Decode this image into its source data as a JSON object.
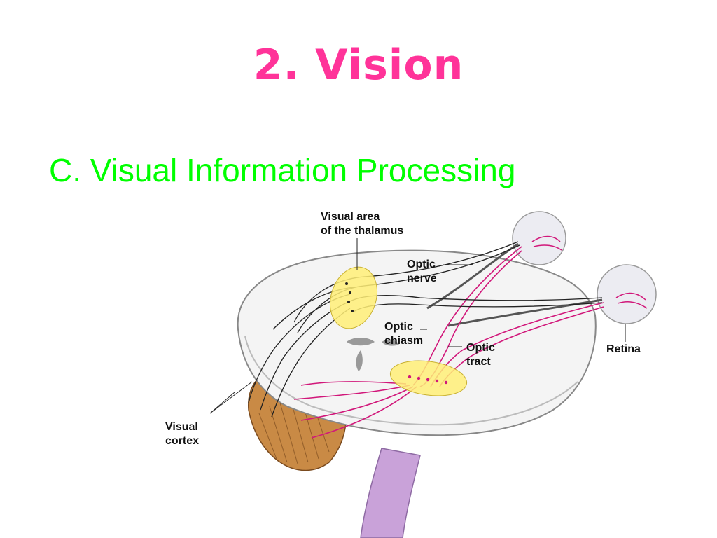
{
  "slide": {
    "title": "2. Vision",
    "subtitle": "C. Visual Information Processing"
  },
  "diagram": {
    "labels": {
      "thalamus_line1": "Visual area",
      "thalamus_line2": "of the thalamus",
      "optic_nerve_line1": "Optic",
      "optic_nerve_line2": "nerve",
      "optic_chiasm_line1": "Optic",
      "optic_chiasm_line2": "chiasm",
      "optic_tract_line1": "Optic",
      "optic_tract_line2": "tract",
      "retina": "Retina",
      "visual_cortex_line1": "Visual",
      "visual_cortex_line2": "cortex"
    },
    "colors": {
      "title": "#ff3399",
      "subtitle": "#00ff00",
      "brain": "#f4f4f4",
      "cerebellum": "#c98a45",
      "thalamus_area": "#ffee77",
      "pathway_pink": "#d1177a",
      "brainstem": "#c9a2d9"
    }
  }
}
